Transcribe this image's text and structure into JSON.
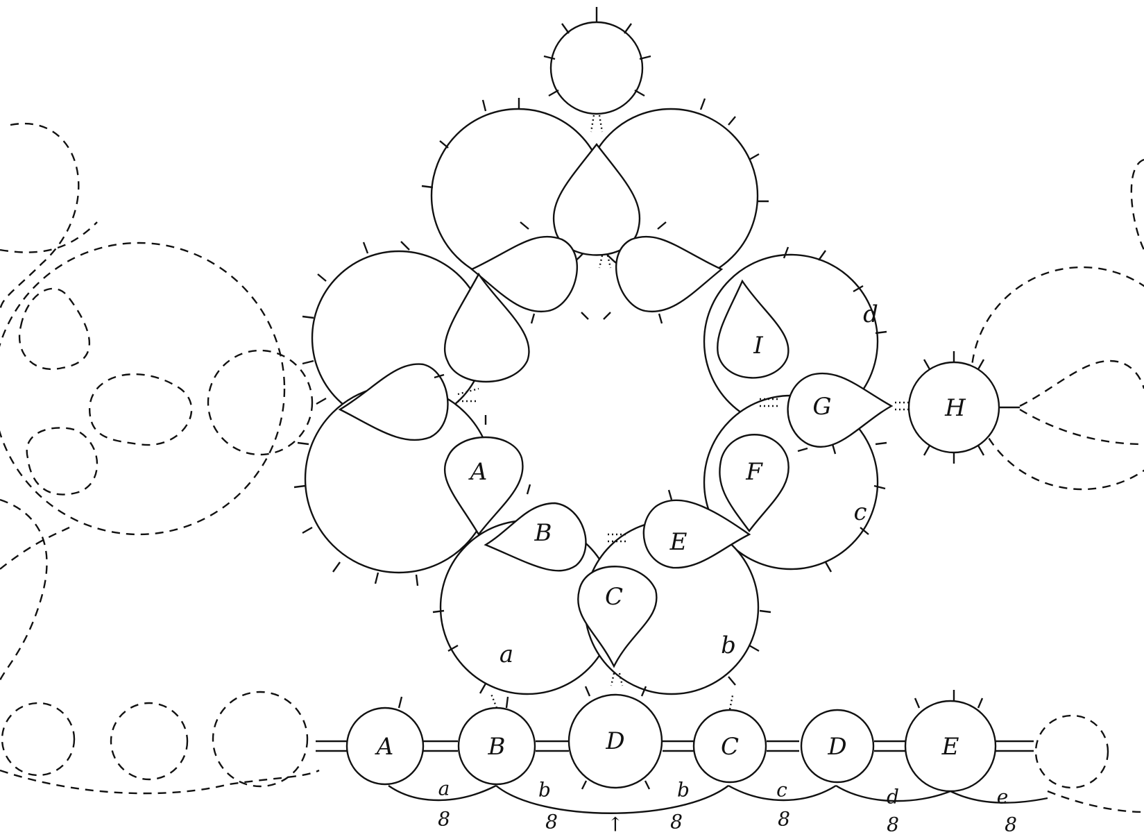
{
  "diagram": {
    "ring_rings": [
      "a",
      "b",
      "c",
      "d"
    ],
    "chain_labels": [
      "a",
      "b",
      "b",
      "c",
      "d",
      "e"
    ],
    "chain_counts": [
      "8",
      "8",
      "8",
      "8",
      "8",
      "8"
    ],
    "chain_arrow": "↑",
    "inner_labels": {
      "A": "A",
      "B": "B",
      "C": "C",
      "E": "E",
      "F": "F",
      "G": "G",
      "I": "I"
    },
    "side_ring": "H",
    "bottom_rings": [
      "A",
      "B",
      "D",
      "C",
      "D",
      "E"
    ]
  }
}
